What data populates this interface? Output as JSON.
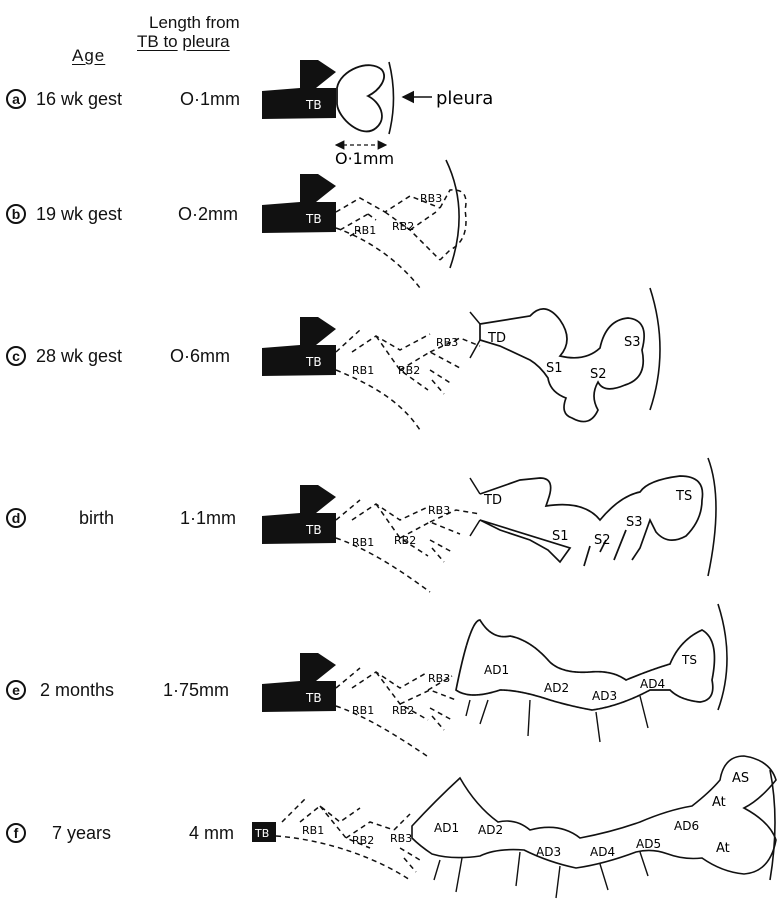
{
  "header": {
    "age": "Age",
    "length_line1": "Length from",
    "length_tb": "TB to",
    "length_pleura": "pleura"
  },
  "rows": [
    {
      "letter": "a",
      "age": "16 wk gest",
      "length": "O·1mm"
    },
    {
      "letter": "b",
      "age": "19 wk gest",
      "length": "O·2mm"
    },
    {
      "letter": "c",
      "age": "28 wk gest",
      "length": "O·6mm"
    },
    {
      "letter": "d",
      "age": "birth",
      "length": "1·1mm"
    },
    {
      "letter": "e",
      "age": "2 months",
      "length": "1·75mm"
    },
    {
      "letter": "f",
      "age": "7 years",
      "length": "4 mm"
    }
  ],
  "labels": {
    "tb": "TB",
    "pleura": "pleura",
    "scale": "O·1mm",
    "rb1": "RB1",
    "rb2": "RB2",
    "rb3": "RB3",
    "td": "TD",
    "s1": "S1",
    "s2": "S2",
    "s3": "S3",
    "ts": "TS",
    "ad1": "AD1",
    "ad2": "AD2",
    "ad3": "AD3",
    "ad4": "AD4",
    "ad5": "AD5",
    "ad6": "AD6",
    "at": "At",
    "as": "AS"
  }
}
